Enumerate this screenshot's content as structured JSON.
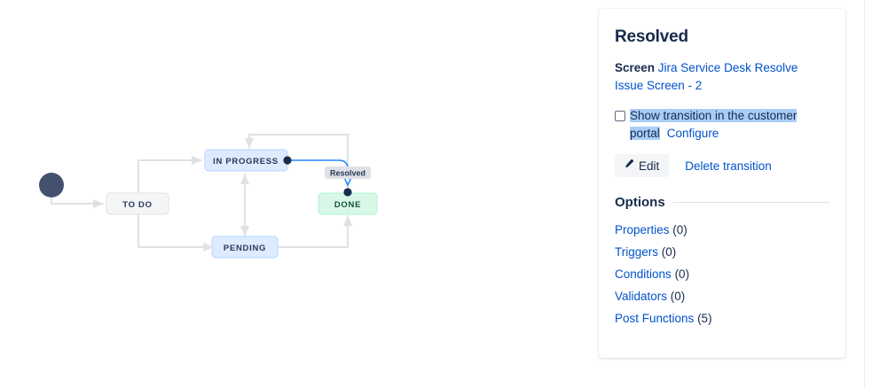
{
  "diagram": {
    "name": "workflow-diagram",
    "start_node": {
      "label": "",
      "icon": "start-circle-icon"
    },
    "nodes": [
      {
        "id": "todo",
        "label": "TO DO",
        "fill": "#f4f5f7",
        "stroke": "#dfe1e6",
        "text": "#253858"
      },
      {
        "id": "inprogress",
        "label": "IN PROGRESS",
        "fill": "#deebff",
        "stroke": "#b3d4ff",
        "text": "#253858"
      },
      {
        "id": "pending",
        "label": "PENDING",
        "fill": "#deebff",
        "stroke": "#b3d4ff",
        "text": "#253858"
      },
      {
        "id": "done",
        "label": "DONE",
        "fill": "#d9f7e6",
        "stroke": "#abf5d1",
        "text": "#11503a"
      }
    ],
    "selected_transition": {
      "label": "Resolved",
      "from": "inprogress",
      "to": "done",
      "color": "#2684ff",
      "chip_fill": "#dfe1e6"
    },
    "edge_color": "#dfe1e6"
  },
  "panel": {
    "title": "Resolved",
    "screen": {
      "key_label": "Screen",
      "link_text": "Jira Service Desk Resolve Issue Screen - 2"
    },
    "customer_portal": {
      "checkbox_label": "Show transition in the customer portal",
      "checked": false,
      "configure_label": "Configure"
    },
    "actions": {
      "edit_label": "Edit",
      "edit_icon": "pencil-icon",
      "delete_label": "Delete transition"
    },
    "options": {
      "heading": "Options",
      "items": [
        {
          "label": "Properties",
          "count": "(0)"
        },
        {
          "label": "Triggers",
          "count": "(0)"
        },
        {
          "label": "Conditions",
          "count": "(0)"
        },
        {
          "label": "Validators",
          "count": "(0)"
        },
        {
          "label": "Post Functions",
          "count": "(5)"
        }
      ]
    }
  },
  "colors": {
    "link": "#0052cc",
    "text": "#172b4d",
    "selection_highlight": "#a8cdf7",
    "accent_blue": "#2684ff"
  }
}
